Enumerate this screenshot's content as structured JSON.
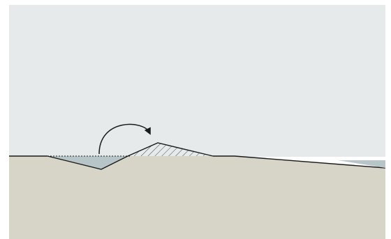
{
  "colors": {
    "sky": "#e6eaeb",
    "ground": "#d7d4c8",
    "water": "#b7c4c8",
    "line": "#1a1a1a",
    "hatch": "#4a4a4a",
    "border": "#ffffff"
  },
  "diagram": {
    "elements": [
      "sky-region",
      "ground-region",
      "excavated-trench",
      "spoil-mound",
      "transfer-arrow",
      "right-water-channel"
    ]
  }
}
